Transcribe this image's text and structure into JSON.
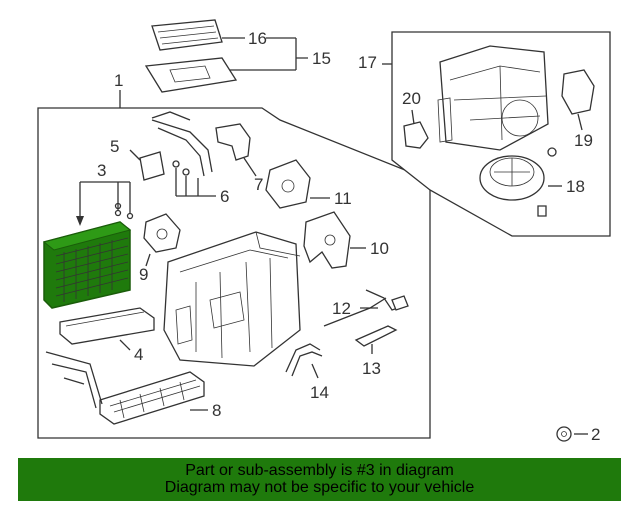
{
  "callouts": [
    "1",
    "2",
    "3",
    "4",
    "5",
    "6",
    "7",
    "8",
    "9",
    "10",
    "11",
    "12",
    "13",
    "14",
    "15",
    "16",
    "17",
    "18",
    "19",
    "20"
  ],
  "banner": {
    "line1": "Part or sub-assembly is #3 in diagram",
    "line2": "Diagram may not be specific to your vehicle"
  },
  "colors": {
    "highlight": "#1f7a0c",
    "banner_bg": "#1f7a0c",
    "line": "#333333"
  }
}
